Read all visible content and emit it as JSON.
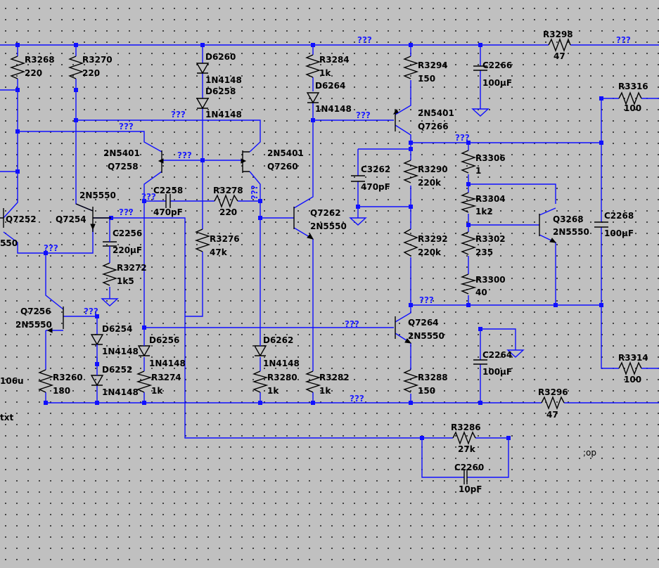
{
  "colors": {
    "background": "#c0c0c0",
    "wire": "#1010ff",
    "component": "#000000",
    "net_label": "#2020ff"
  },
  "components": {
    "R3268": {
      "ref": "R3268",
      "val": "220"
    },
    "R3270": {
      "ref": "R3270",
      "val": "220"
    },
    "D6260": {
      "ref": "D6260",
      "val": "1N4148"
    },
    "D6258": {
      "ref": "D6258",
      "val": "1N4148"
    },
    "R3284": {
      "ref": "R3284",
      "val": "1k"
    },
    "D6264": {
      "ref": "D6264",
      "val": "1N4148"
    },
    "R3294": {
      "ref": "R3294",
      "val": "150"
    },
    "C2266": {
      "ref": "C2266",
      "val": "100µF"
    },
    "R3298": {
      "ref": "R3298",
      "val": "47"
    },
    "R3316": {
      "ref": "R3316",
      "val": "100"
    },
    "Q7266": {
      "ref": "Q7266",
      "val": "2N5401"
    },
    "Q7258": {
      "ref": "Q7258",
      "val": "2N5401"
    },
    "Q7260": {
      "ref": "Q7260",
      "val": "2N5401"
    },
    "R3306": {
      "ref": "R3306",
      "val": "1"
    },
    "C3262": {
      "ref": "C3262",
      "val": "470pF"
    },
    "R3290": {
      "ref": "R3290",
      "val": "220k"
    },
    "R3304": {
      "ref": "R3304",
      "val": "1k2"
    },
    "Q3268": {
      "ref": "Q3268",
      "val": "2N5550"
    },
    "C2258": {
      "ref": "C2258",
      "val": "470pF"
    },
    "R3278": {
      "ref": "R3278",
      "val": "220"
    },
    "Q7262": {
      "ref": "Q7262",
      "val": "2N5550"
    },
    "C2268": {
      "ref": "C2268",
      "val": "100µF"
    },
    "Q7252": {
      "ref": "Q7252",
      "val": "550"
    },
    "Q7254": {
      "ref": "Q7254",
      "val": "2N5550"
    },
    "C2256": {
      "ref": "C2256",
      "val": "220µF"
    },
    "R3276": {
      "ref": "R3276",
      "val": "47k"
    },
    "R3302": {
      "ref": "R3302",
      "val": "235"
    },
    "R3292": {
      "ref": "R3292",
      "val": "220k"
    },
    "R3272": {
      "ref": "R3272",
      "val": "1k5"
    },
    "R3300": {
      "ref": "R3300",
      "val": "40"
    },
    "Q7256": {
      "ref": "Q7256",
      "val": "2N5550"
    },
    "Q7264": {
      "ref": "Q7264",
      "val": "2N5550"
    },
    "D6254": {
      "ref": "D6254",
      "val": "1N4148"
    },
    "D6256": {
      "ref": "D6256",
      "val": "1N4148"
    },
    "D6262": {
      "ref": "D6262",
      "val": "1N4148"
    },
    "C2264": {
      "ref": "C2264",
      "val": "100µF"
    },
    "R3314": {
      "ref": "R3314",
      "val": "100"
    },
    "D6252": {
      "ref": "D6252",
      "val": "1N4148"
    },
    "R3274": {
      "ref": "R3274",
      "val": "1k"
    },
    "R3280": {
      "ref": "R3280",
      "val": "1k"
    },
    "R3282": {
      "ref": "R3282",
      "val": "1k"
    },
    "R3260": {
      "ref": "R3260",
      "val": "180"
    },
    "R3288": {
      "ref": "R3288",
      "val": "150"
    },
    "R3296": {
      "ref": "R3296",
      "val": "47"
    },
    "R3286": {
      "ref": "R3286",
      "val": "27k"
    },
    "C2260": {
      "ref": "C2260",
      "val": "10pF"
    }
  },
  "net_label": "???",
  "text": {
    "left_106u": "106u",
    "left_txt": "txt",
    "op": ";op"
  }
}
